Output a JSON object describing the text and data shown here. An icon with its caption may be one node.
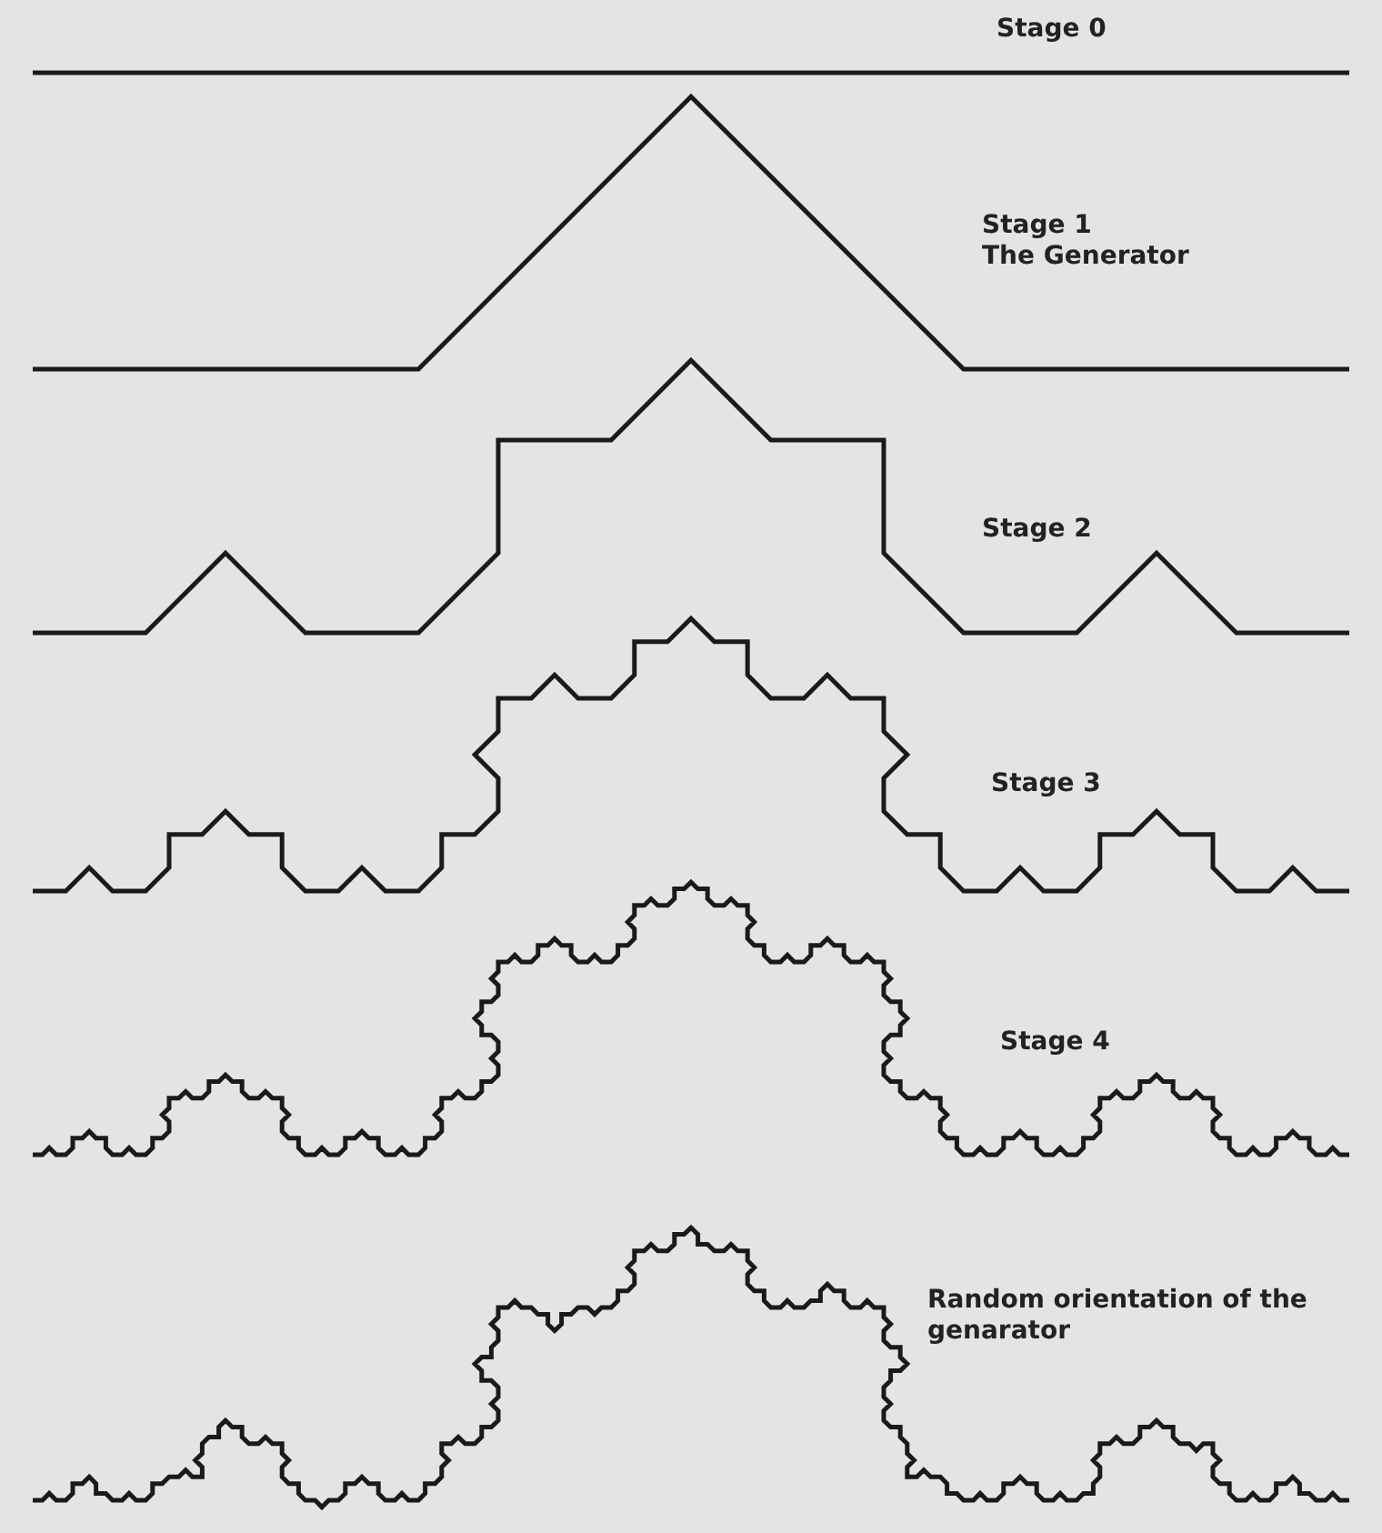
{
  "diagram": {
    "labels": [
      "Stage 0",
      "Stage 1",
      "The Generator",
      "Stage 2",
      "Stage 3",
      "Stage 4",
      "Random orientation of the genarator"
    ]
  }
}
